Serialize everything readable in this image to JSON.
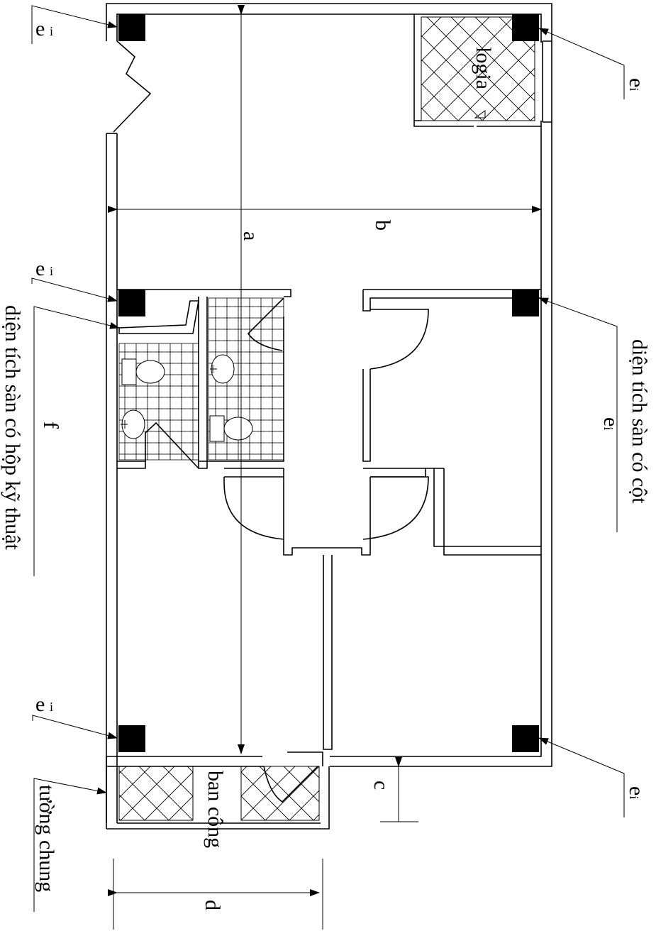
{
  "labels": {
    "dim_a": "a",
    "dim_b": "b",
    "dim_c": "c",
    "dim_d": "d",
    "dim_f": "f",
    "column_e": "e",
    "column_sub": "i",
    "logia": "logia",
    "balcony": "ban công",
    "common_wall": "tường chung",
    "column_floor_area": "diện tích sàn có cột",
    "shaft_floor_area": "diện tích sàn có hộp kỹ thuật"
  },
  "colors": {
    "line": "#000000",
    "background": "#ffffff",
    "column": "#000000"
  }
}
